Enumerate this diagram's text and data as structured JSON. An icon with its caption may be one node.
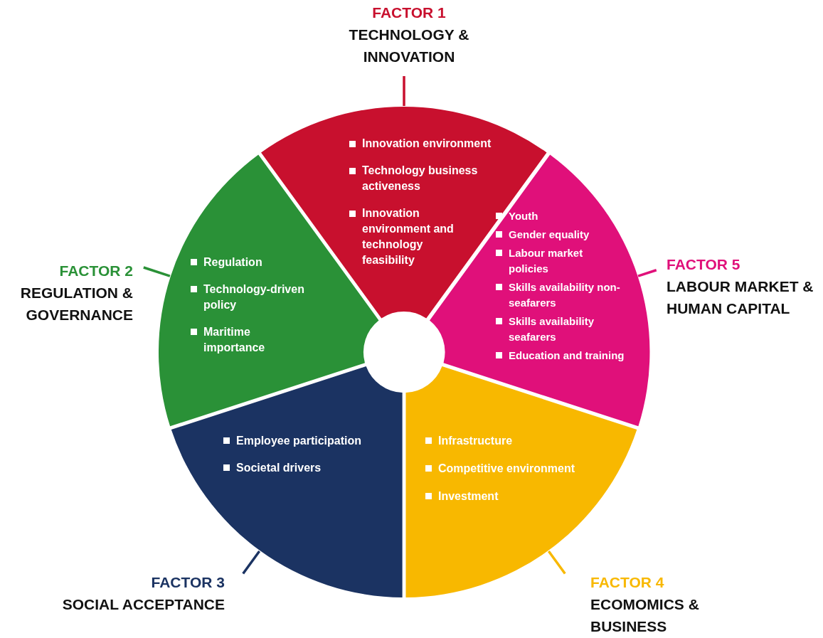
{
  "diagram": {
    "nodes": [
      {
        "text": [
          "FACTOR 1",
          "TECHNOLOGY & INNOVATION"
        ]
      },
      {
        "text": [
          "Innovation environment",
          "Technology business activeness",
          "Innovation environment and technology feasibility"
        ]
      },
      {
        "text": [
          "FACTOR 2",
          "REGULATION & GOVERNANCE"
        ]
      },
      {
        "text": [
          "Regulation",
          "Technology-driven policy",
          "Maritime importance"
        ]
      },
      {
        "text": [
          "FACTOR 5",
          "LABOUR MARKET & HUMAN CAPITAL"
        ]
      },
      {
        "text": [
          "Youth",
          "Gender equality",
          "Labour market policies",
          "Skills availability non-seafarers",
          "Skills availability seafarers",
          "Education and training"
        ]
      },
      {
        "text": [
          "Employee participation",
          "Societal drivers"
        ]
      },
      {
        "text": [
          "Infrastructure",
          "Competitive environment",
          "Investment"
        ]
      },
      {
        "text": [
          "FACTOR 3",
          "SOCIAL ACCEPTANCE"
        ]
      },
      {
        "text": [
          "FACTOR 4",
          "ECOMOMICS & BUSINESS"
        ]
      }
    ],
    "edges": [
      {
        "from": 0,
        "to": 1,
        "arrow": "none",
        "color": "#c8102e"
      },
      {
        "from": 2,
        "to": 3,
        "arrow": "none",
        "color": "#2a9137"
      },
      {
        "from": 4,
        "to": 5,
        "arrow": "none",
        "color": "#e0107a"
      },
      {
        "from": 8,
        "to": 6,
        "arrow": "none",
        "color": "#1b3362"
      },
      {
        "from": 9,
        "to": 7,
        "arrow": "none",
        "color": "#f8b800"
      }
    ]
  }
}
